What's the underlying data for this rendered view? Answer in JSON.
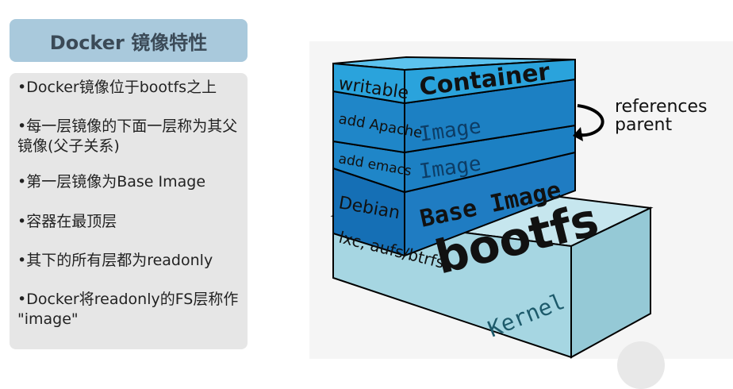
{
  "slide": {
    "title": "Docker 镜像特性",
    "bullets": [
      "•Docker镜像位于bootfs之上",
      "•每一层镜像的下面一层称为其父镜像(父子关系)",
      "•第一层镜像为Base Image",
      "•容器在最顶层",
      "•其下的所有层都为readonly",
      "•Docker将readonly的FS层称作 \"image\""
    ]
  },
  "diagram": {
    "layers": {
      "writable_label": "writable",
      "container_label": "Container",
      "apache_label": "add Apache",
      "apache_image_label": "Image",
      "emacs_label": "add emacs",
      "emacs_image_label": "Image",
      "debian_label": "Debian",
      "base_image_label": "Base Image",
      "kernel_side_label": "lxc, aufs/btrfs",
      "bootfs_label": "bootfs",
      "kernel_label": "Kernel"
    },
    "annotation": {
      "line1": "references",
      "line2": "parent"
    },
    "colors": {
      "container_blue": "#2aa3dc",
      "image_blue": "#1f86c8",
      "base_blue": "#156fb5",
      "kernel_teal": "#a6d6e2"
    }
  }
}
